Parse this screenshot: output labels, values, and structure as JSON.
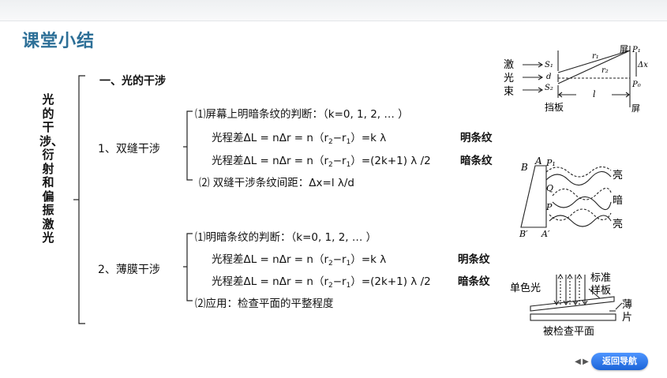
{
  "title": "课堂小结",
  "side_title": "光的干涉、衍射和偏振 激光",
  "section1": {
    "heading": "一、光的干涉"
  },
  "double_slit": {
    "label": "1、双缝干涉",
    "item1": "⑴屏幕上明暗条纹的判断：（k=0, 1, 2, … ）",
    "bright_prefix": "光程差ΔL = nΔr = n（r",
    "bright_suffix": "）=k λ",
    "bright_label": "明条纹",
    "dark_prefix": "光程差ΔL = nΔr = n（r",
    "dark_suffix": "）=(2k+1) λ /2",
    "dark_label": "暗条纹",
    "item2": "⑵ 双缝干涉条纹间距：Δx=l λ/d"
  },
  "thin_film": {
    "label": "2、薄膜干涉",
    "item1": "⑴明暗条纹的判断：（k=0, 1, 2, … ）",
    "bright_prefix": "光程差ΔL = nΔr = n（r",
    "bright_suffix": "）=k λ",
    "bright_label": "明条纹",
    "dark_prefix": "光程差ΔL = nΔr = n（r",
    "dark_suffix": "）=(2k+1) λ /2",
    "dark_label": "暗条纹",
    "item2": "⑵应用：检查平面的平整程度"
  },
  "sub_text": {
    "r2": "2",
    "minus": "−r",
    "r1": "1"
  },
  "fig_slit": {
    "source": "激",
    "source2": "光",
    "source3": "束",
    "s1": "S₁",
    "s2": "S₂",
    "d": "d",
    "r1": "r₁",
    "r2": "r₂",
    "p1": "P₁",
    "p0": "P₀",
    "dx": "Δx",
    "l": "l",
    "screen_top": "屏",
    "screen_bottom": "屏",
    "plate": "挡板"
  },
  "fig_wedge": {
    "B": "B",
    "A": "A",
    "P1": "P₁",
    "Q": "Q",
    "P": "P",
    "B2": "B′",
    "A2": "A′",
    "bright1": "亮",
    "dark": "暗",
    "bright2": "亮"
  },
  "fig_flat": {
    "light": "单色光",
    "standard1": "标准",
    "standard2": "样板",
    "sheet1": "薄",
    "sheet2": "片",
    "tested": "被检查平面"
  },
  "nav": {
    "back": "返回导航"
  },
  "colors": {
    "title": "#2d6f97",
    "nav": "#2f7bec"
  }
}
